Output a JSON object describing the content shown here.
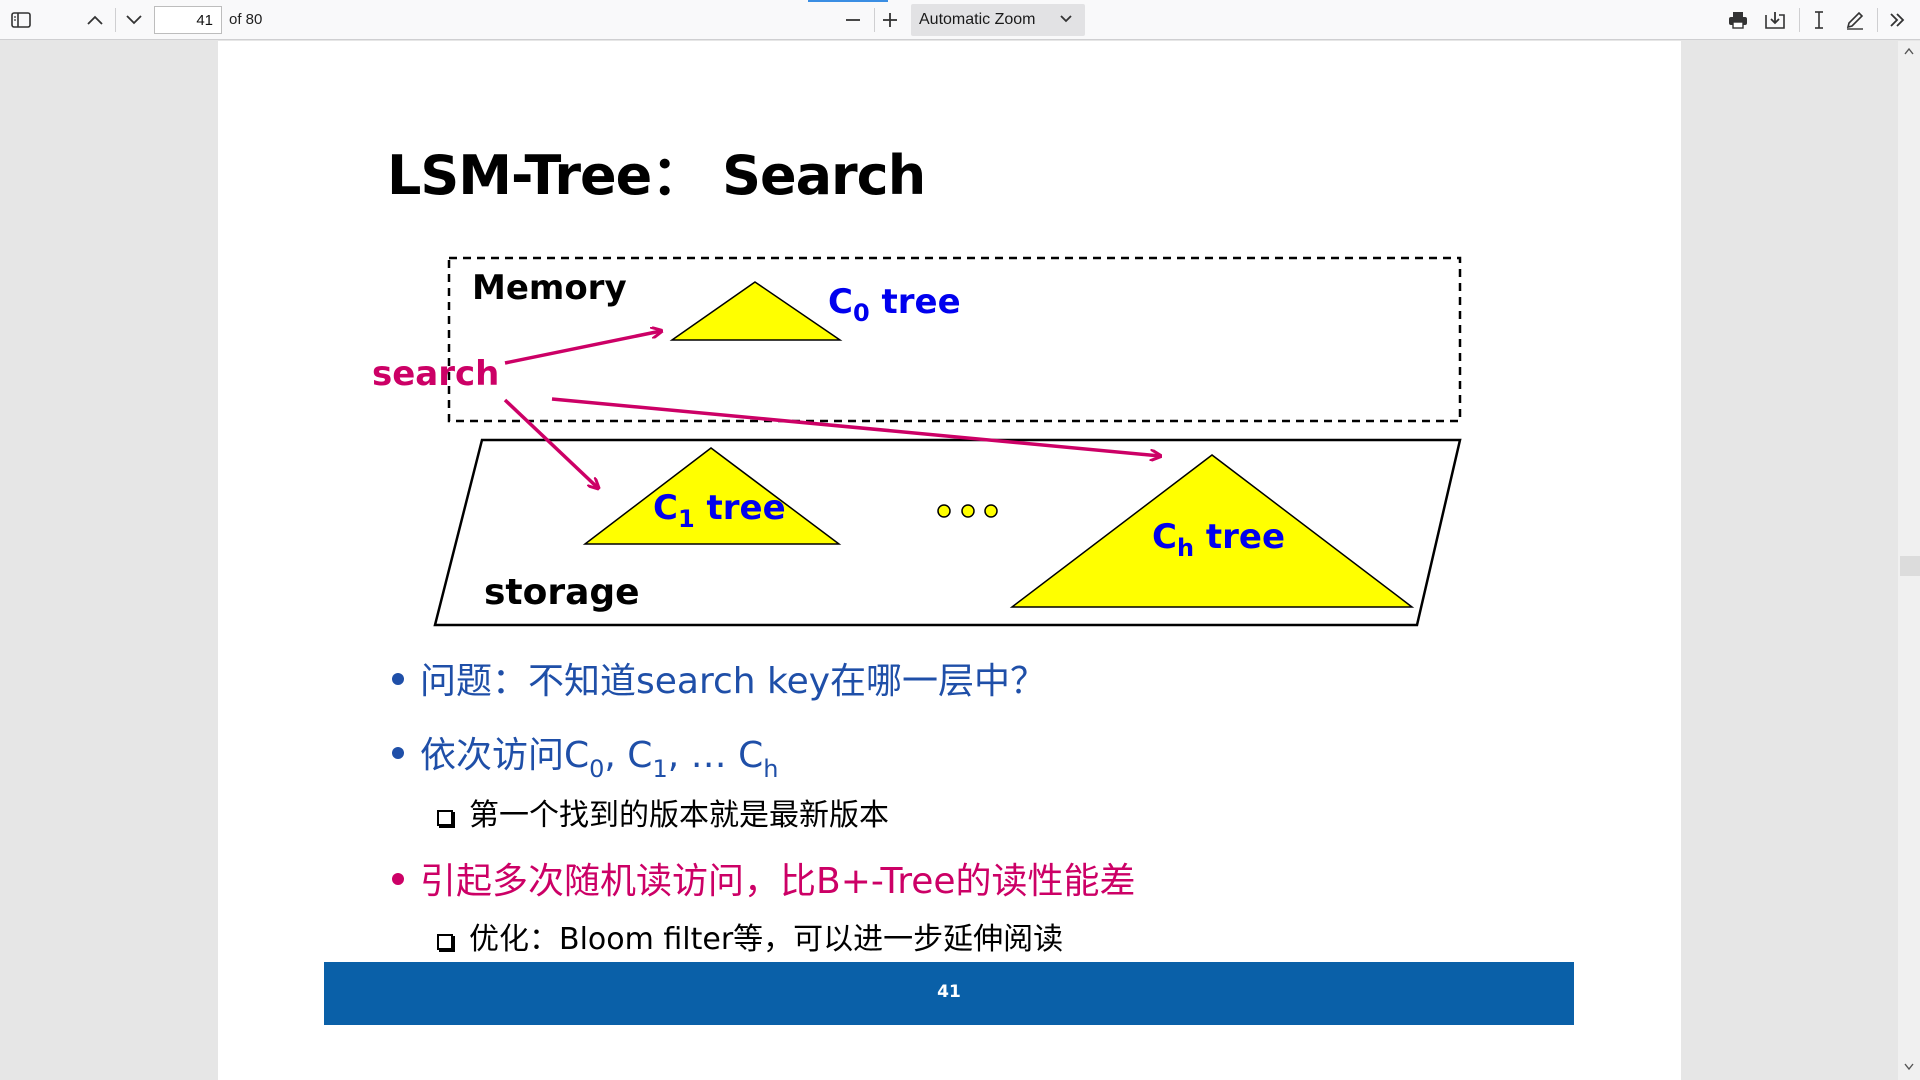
{
  "toolbar": {
    "page_number": "41",
    "page_count_label": "of 80",
    "zoom_label": "Automatic Zoom",
    "zoom_out_glyph": "—",
    "zoom_in_glyph": "+",
    "icons": [
      "sidebar-toggle-icon",
      "previous-page-icon",
      "next-page-icon",
      "zoom-out-icon",
      "zoom-in-icon",
      "chevron-down-icon",
      "print-icon",
      "download-icon",
      "text-select-icon",
      "draw-icon",
      "more-tools-icon"
    ]
  },
  "slide": {
    "title": "LSM-Tree： Search",
    "diagram": {
      "memory_label": "Memory",
      "storage_label": "storage",
      "search_label": "search",
      "c0": {
        "letter": "C",
        "sub": "0",
        "word": "tree"
      },
      "c1": {
        "letter": "C",
        "sub": "1",
        "word": "tree"
      },
      "ch": {
        "letter": "C",
        "sub": "h",
        "word": "tree"
      },
      "ellipsis_dots": 3,
      "colors": {
        "tree_fill": "#ffff00",
        "search_arrow": "#cc0066",
        "tree_label": "#0000ee"
      }
    },
    "bullets": {
      "b1": "问题：不知道search key在哪一层中？",
      "b2_pre": "依次访问C",
      "b2_s0": "0",
      "b2_mid1": ", C",
      "b2_s1": "1",
      "b2_mid2": ", … C",
      "b2_sh": "h",
      "b2_sub": "第一个找到的版本就是最新版本",
      "b3": "引起多次随机读访问，比B+-Tree的读性能差",
      "b3_sub": "优化：Bloom filter等，可以进一步延伸阅读"
    },
    "page_number": "41",
    "colors": {
      "bullet_blue": "#1f4fa8",
      "bullet_pink": "#cc0066",
      "footer": "#0a60a8"
    }
  }
}
